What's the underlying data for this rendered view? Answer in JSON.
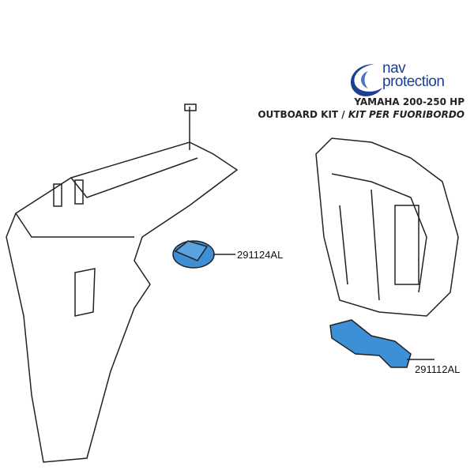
{
  "brand": {
    "line1": "nav",
    "line2": "protection"
  },
  "title": {
    "model": "YAMAHA 200-250 HP",
    "kit": "OUTBOARD KIT / ",
    "kit_it": "KIT PER FUORIBORDO"
  },
  "parts": [
    {
      "code": "291124AL"
    },
    {
      "code": "291112AL"
    }
  ],
  "colors": {
    "anode": "#3d8fd6",
    "brand": "#1e3f8f",
    "line": "#222222"
  }
}
